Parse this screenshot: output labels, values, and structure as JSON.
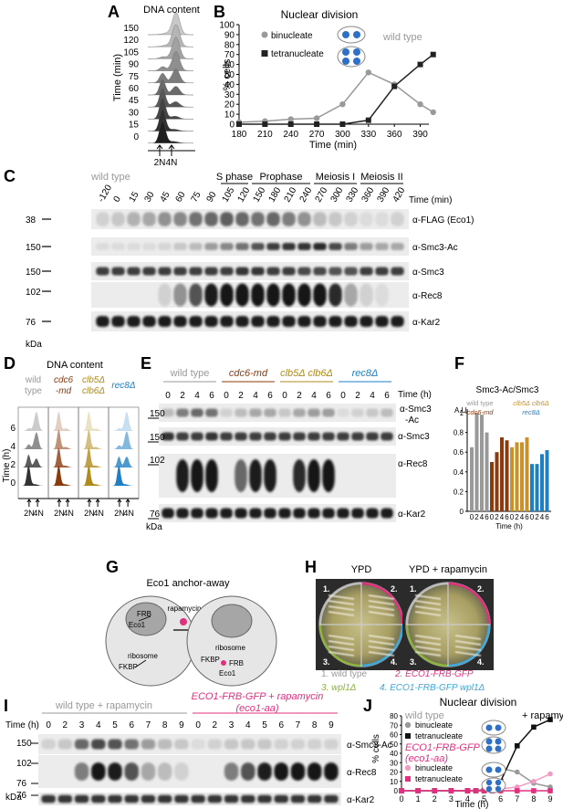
{
  "panels": {
    "A": {
      "letter": "A",
      "title": "DNA content",
      "ylabel": "Time (min)",
      "times": [
        "150",
        "120",
        "105",
        "90",
        "75",
        "60",
        "45",
        "30",
        "15",
        "0"
      ],
      "markers": [
        "2N",
        "4N"
      ]
    },
    "B": {
      "letter": "B",
      "title": "Nuclear division",
      "ylabel": "% cells",
      "xlabel": "Time (min)",
      "strain": "wild type",
      "legend": [
        "binucleate",
        "tetranucleate"
      ]
    },
    "C": {
      "letter": "C",
      "strain": "wild type",
      "phases": [
        "S phase",
        "Prophase",
        "Meiosis I",
        "Meiosis II"
      ],
      "times": [
        "-120",
        "0",
        "15",
        "30",
        "45",
        "60",
        "75",
        "90",
        "105",
        "120",
        "150",
        "180",
        "210",
        "240",
        "270",
        "300",
        "330",
        "360",
        "390",
        "420"
      ],
      "time_unit": "Time (min)",
      "mw": [
        "38",
        "150",
        "150",
        "102",
        "76"
      ],
      "mw_unit": "kDa",
      "blots": [
        "α-FLAG (Eco1)",
        "α-Smc3-Ac",
        "α-Smc3",
        "α-Rec8",
        "α-Kar2"
      ]
    },
    "D": {
      "letter": "D",
      "title": "DNA content",
      "strains": [
        "wild type",
        "cdc6-md",
        "clb5Δ clb6Δ",
        "rec8Δ"
      ],
      "ylabel": "Time (h)",
      "times": [
        "6",
        "4",
        "2",
        "0"
      ],
      "markers": [
        "2N",
        "4N"
      ]
    },
    "E": {
      "letter": "E",
      "strains": [
        "wild type",
        "cdc6-md",
        "clb5Δ clb6Δ",
        "rec8Δ"
      ],
      "lanes": [
        "0",
        "2",
        "4",
        "6"
      ],
      "time_unit": "Time (h)",
      "mw": [
        "150",
        "150",
        "102",
        "76"
      ],
      "mw_unit": "kDa",
      "blots": [
        "α-Smc3 -Ac",
        "α-Smc3",
        "α-Rec8",
        "α-Kar2"
      ]
    },
    "F": {
      "letter": "F",
      "title": "Smc3-Ac/Smc3",
      "yunit": "A.U.",
      "xlabel": "Time (h)",
      "yticks": [
        "1",
        "0.8",
        "0.6",
        "0.4",
        "0.2",
        "0"
      ]
    },
    "G": {
      "letter": "G",
      "title": "Eco1 anchor-away",
      "labels": {
        "frb": "FRB",
        "eco1": "Eco1",
        "rapamycin": "rapamycin",
        "ribosome": "ribosome",
        "fkbp": "FKBP"
      }
    },
    "H": {
      "letter": "H",
      "plates": [
        "YPD",
        "YPD + rapamycin"
      ],
      "legend": [
        "1. wild type",
        "2. ECO1-FRB-GFP",
        "3. wpl1Δ",
        "4. ECO1-FRB-GFP wpl1Δ"
      ]
    },
    "I": {
      "letter": "I",
      "group1": "wild type + rapamycin",
      "group2_line1": "ECO1-FRB-GFP + rapamycin",
      "group2_line2": "(eco1-aa)",
      "time_unit": "Time (h)",
      "lanes": [
        "0",
        "2",
        "3",
        "4",
        "5",
        "6",
        "7",
        "8",
        "9",
        "0",
        "2",
        "3",
        "4",
        "5",
        "6",
        "7",
        "8",
        "9"
      ],
      "mw": [
        "150",
        "102",
        "76",
        "76"
      ],
      "mw_unit": "kDa",
      "blots": [
        "α-Smc3-Ac",
        "α-Rec8",
        "α-Kar2"
      ]
    },
    "J": {
      "letter": "J",
      "title": "Nuclear division",
      "ylabel": "% cells",
      "xlabel": "Time (h)",
      "wt_label": "wild type",
      "rapa": "+ rapamycin",
      "aa_label1": "ECO1-FRB-GFP",
      "aa_label2": "(eco1-aa)",
      "legend": [
        "binucleate",
        "tetranucleate",
        "binucleate",
        "tetranucleate"
      ]
    }
  },
  "chart_data": [
    {
      "panel": "B",
      "type": "line",
      "title": "Nuclear division",
      "xlabel": "Time (min)",
      "ylabel": "% cells",
      "x": [
        180,
        210,
        240,
        270,
        300,
        330,
        360,
        390
      ],
      "xlim": [
        180,
        400
      ],
      "ylim": [
        0,
        100
      ],
      "series": [
        {
          "name": "binucleate",
          "color": "#999999",
          "values": [
            2,
            3,
            5,
            6,
            20,
            52,
            40,
            20,
            12
          ]
        },
        {
          "name": "tetranucleate",
          "color": "#222222",
          "values": [
            0,
            0,
            0,
            0,
            0,
            4,
            38,
            60,
            70
          ]
        }
      ],
      "x_full": [
        180,
        210,
        240,
        270,
        300,
        330,
        360,
        390,
        405
      ]
    },
    {
      "panel": "F",
      "type": "bar",
      "title": "Smc3-Ac/Smc3",
      "xlabel": "Time (h)",
      "ylabel": "A.U.",
      "categories": [
        "0",
        "2",
        "4",
        "6"
      ],
      "ylim": [
        0,
        1
      ],
      "series": [
        {
          "name": "wild type",
          "color": "#999999",
          "values": [
            0.65,
            1.0,
            0.98,
            0.8
          ]
        },
        {
          "name": "cdc6-md",
          "color": "#8B3A0E",
          "values": [
            0.5,
            0.6,
            0.75,
            0.72
          ]
        },
        {
          "name": "clb5Δ clb6Δ",
          "color": "#C8912A",
          "values": [
            0.65,
            0.7,
            0.7,
            0.75
          ]
        },
        {
          "name": "rec8Δ",
          "color": "#1F7FC4",
          "values": [
            0.48,
            0.48,
            0.58,
            0.62
          ]
        }
      ]
    },
    {
      "panel": "J",
      "type": "line",
      "title": "Nuclear division",
      "xlabel": "Time (h)",
      "ylabel": "% cells",
      "x": [
        0,
        1,
        2,
        3,
        4,
        4.5,
        5,
        5.5,
        6,
        7,
        8,
        9
      ],
      "xlim": [
        0,
        9
      ],
      "ylim": [
        0,
        80
      ],
      "series": [
        {
          "name": "binucleate",
          "color": "#999999",
          "values": [
            0,
            0,
            0,
            0,
            0,
            0,
            2,
            6,
            24,
            20,
            8,
            4
          ]
        },
        {
          "name": "tetranucleate",
          "color": "#111111",
          "values": [
            0,
            0,
            0,
            0,
            0,
            0,
            0,
            0,
            10,
            48,
            68,
            76
          ]
        },
        {
          "name": "binucleate",
          "color": "#F29BC2",
          "values": [
            0,
            0,
            0,
            0,
            0,
            0,
            0,
            0,
            2,
            4,
            10,
            18
          ]
        },
        {
          "name": "tetranucleate",
          "color": "#E0307E",
          "values": [
            0,
            0,
            0,
            0,
            0,
            0,
            0,
            0,
            0,
            0,
            0,
            0
          ]
        }
      ]
    }
  ],
  "colors": {
    "wt": "#999999",
    "cdc6": "#8B3A0E",
    "clb": "#B08A1C",
    "rec8": "#1F7FC4",
    "pink": "#E0307E",
    "green": "#8CB33C",
    "blue": "#3FA8D8",
    "nucleus": "#2E6FC7"
  }
}
